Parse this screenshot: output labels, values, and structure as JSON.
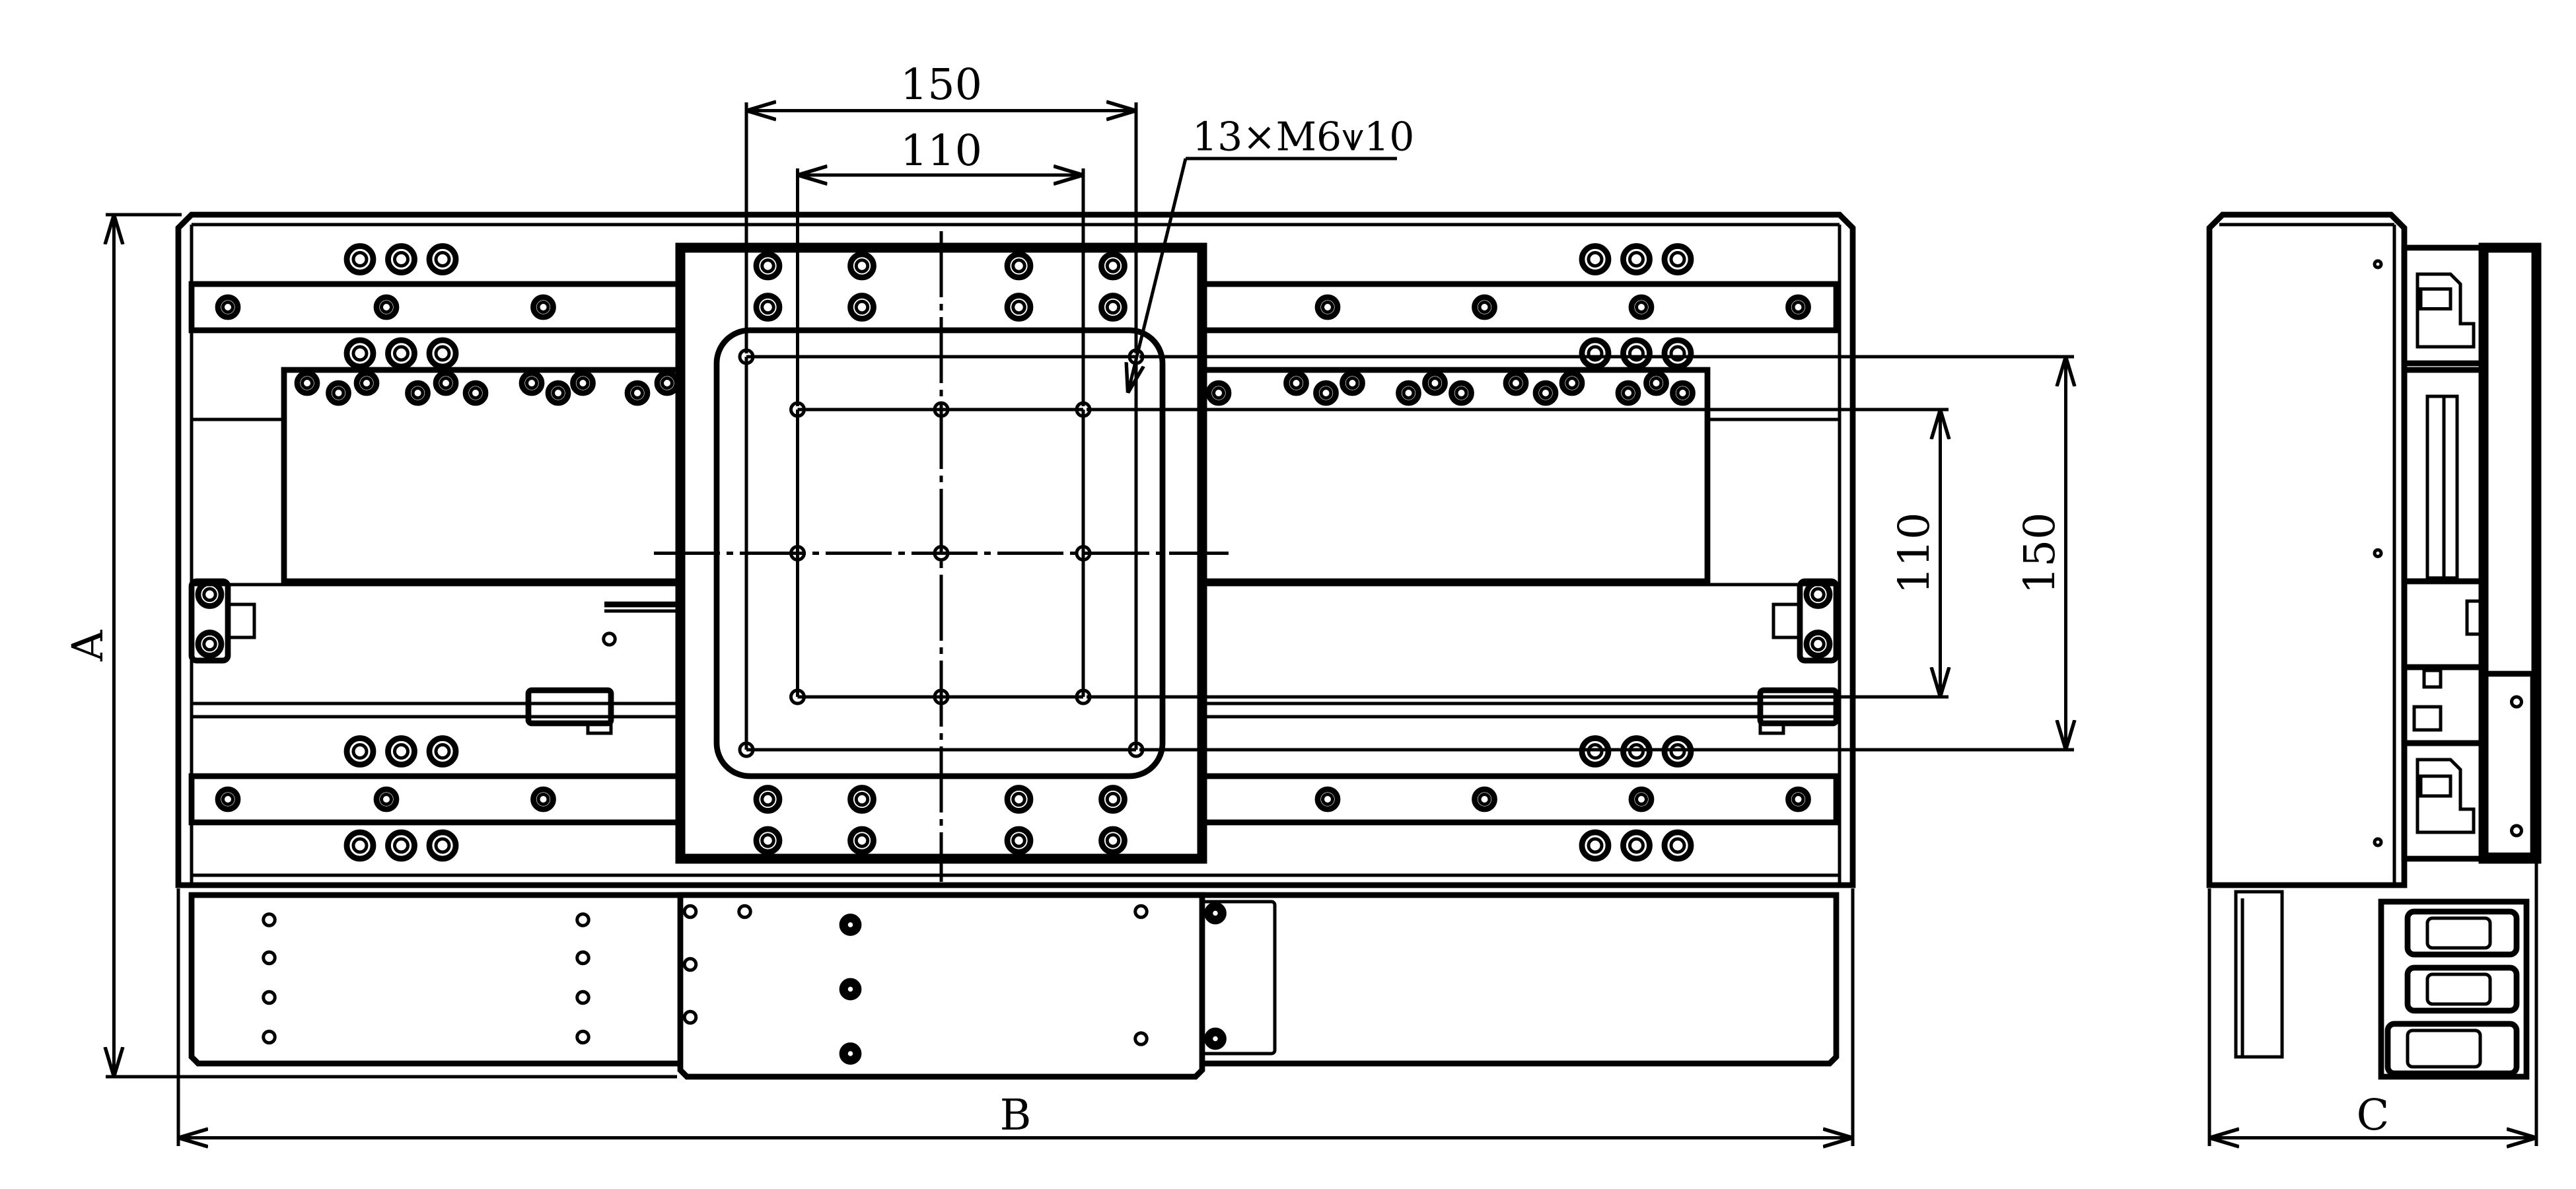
{
  "drawing": {
    "dimensions": {
      "carriage_outer_width": "150",
      "carriage_inner_width": "110",
      "carriage_inner_height": "110",
      "carriage_outer_height": "150",
      "overall_height": "A",
      "overall_length": "B",
      "overall_width": "C"
    },
    "hole_callout": "13×M6⩛10"
  }
}
